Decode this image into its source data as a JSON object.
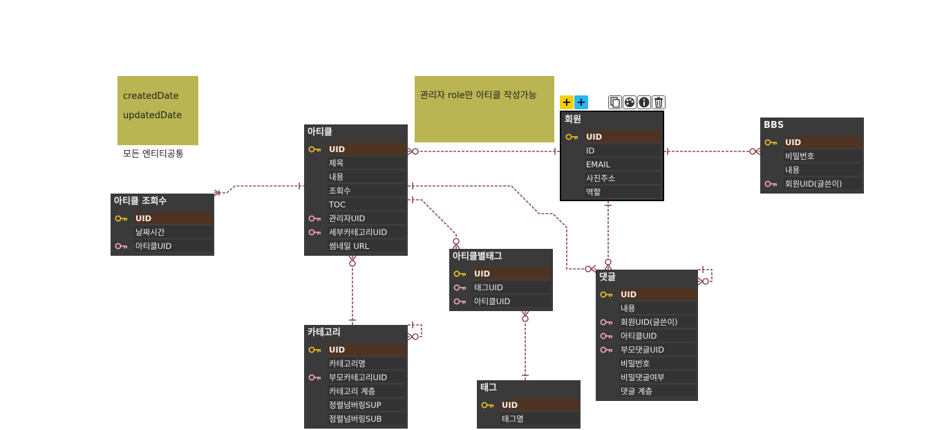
{
  "notes": {
    "common": {
      "line1": "createdDate",
      "line2": "updatedDate",
      "line3": "모든 엔티티공통"
    },
    "admin": {
      "text": "관리자 role만 아티클 작성가능"
    }
  },
  "toolbar": {
    "add_yellow": "+",
    "add_blue": "+"
  },
  "colors": {
    "note_bg": "#b9b552",
    "table_bg": "#3a3a3a",
    "pk_row": "#4e3322",
    "pk_key": "#e8b923",
    "fk_key": "#e8a0b4",
    "relation_line": "#8e4a58"
  },
  "tables": {
    "member": {
      "title": "회원",
      "rows": [
        "UID",
        "ID",
        "EMAIL",
        "사진주소",
        "역할"
      ]
    },
    "article": {
      "title": "아티클",
      "rows": [
        "UID",
        "제목",
        "내용",
        "조회수",
        "TOC",
        "관리자UID",
        "세부카테고리UID",
        "썸네일 URL"
      ]
    },
    "article_views": {
      "title": "아티클 조회수",
      "rows": [
        "UID",
        "날짜시간",
        "아티클UID"
      ]
    },
    "bbs": {
      "title": "BBS",
      "rows": [
        "UID",
        "비밀번호",
        "내용",
        "회원UID(글쓴이)"
      ]
    },
    "article_tag": {
      "title": "아티클별태그",
      "rows": [
        "UID",
        "태그UID",
        "아티클UID"
      ]
    },
    "category": {
      "title": "카테고리",
      "rows": [
        "UID",
        "카테고리명",
        "부모카테고리UID",
        "카테고리 계층",
        "정렬넘버링SUP",
        "정렬넘버링SUB"
      ]
    },
    "tag": {
      "title": "태그",
      "rows": [
        "UID",
        "태그명"
      ]
    },
    "comment": {
      "title": "댓글",
      "rows": [
        "UID",
        "내용",
        "회원UID(글쓴이)",
        "아티클UID",
        "부모댓글UID",
        "비밀번호",
        "비밀댓글여부",
        "댓글 계층"
      ]
    }
  }
}
